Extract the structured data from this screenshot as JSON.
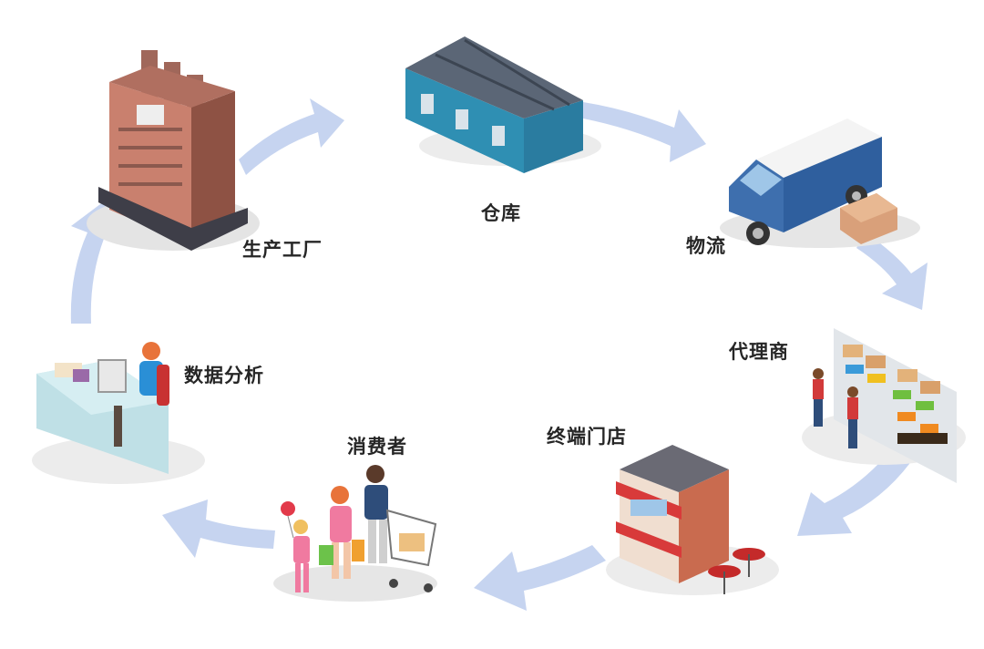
{
  "nodes": [
    {
      "id": "factory",
      "label": "生产工厂",
      "icon": "factory-icon"
    },
    {
      "id": "warehouse",
      "label": "仓库",
      "icon": "warehouse-icon"
    },
    {
      "id": "logistics",
      "label": "物流",
      "icon": "delivery-van-icon"
    },
    {
      "id": "distributor",
      "label": "代理商",
      "icon": "store-shelves-icon"
    },
    {
      "id": "store",
      "label": "终端门店",
      "icon": "storefront-icon"
    },
    {
      "id": "consumer",
      "label": "消费者",
      "icon": "shopping-family-icon"
    },
    {
      "id": "analytics",
      "label": "数据分析",
      "icon": "analyst-desk-icon"
    }
  ],
  "colors": {
    "arrow": "#c6d4f0",
    "label": "#262626"
  }
}
